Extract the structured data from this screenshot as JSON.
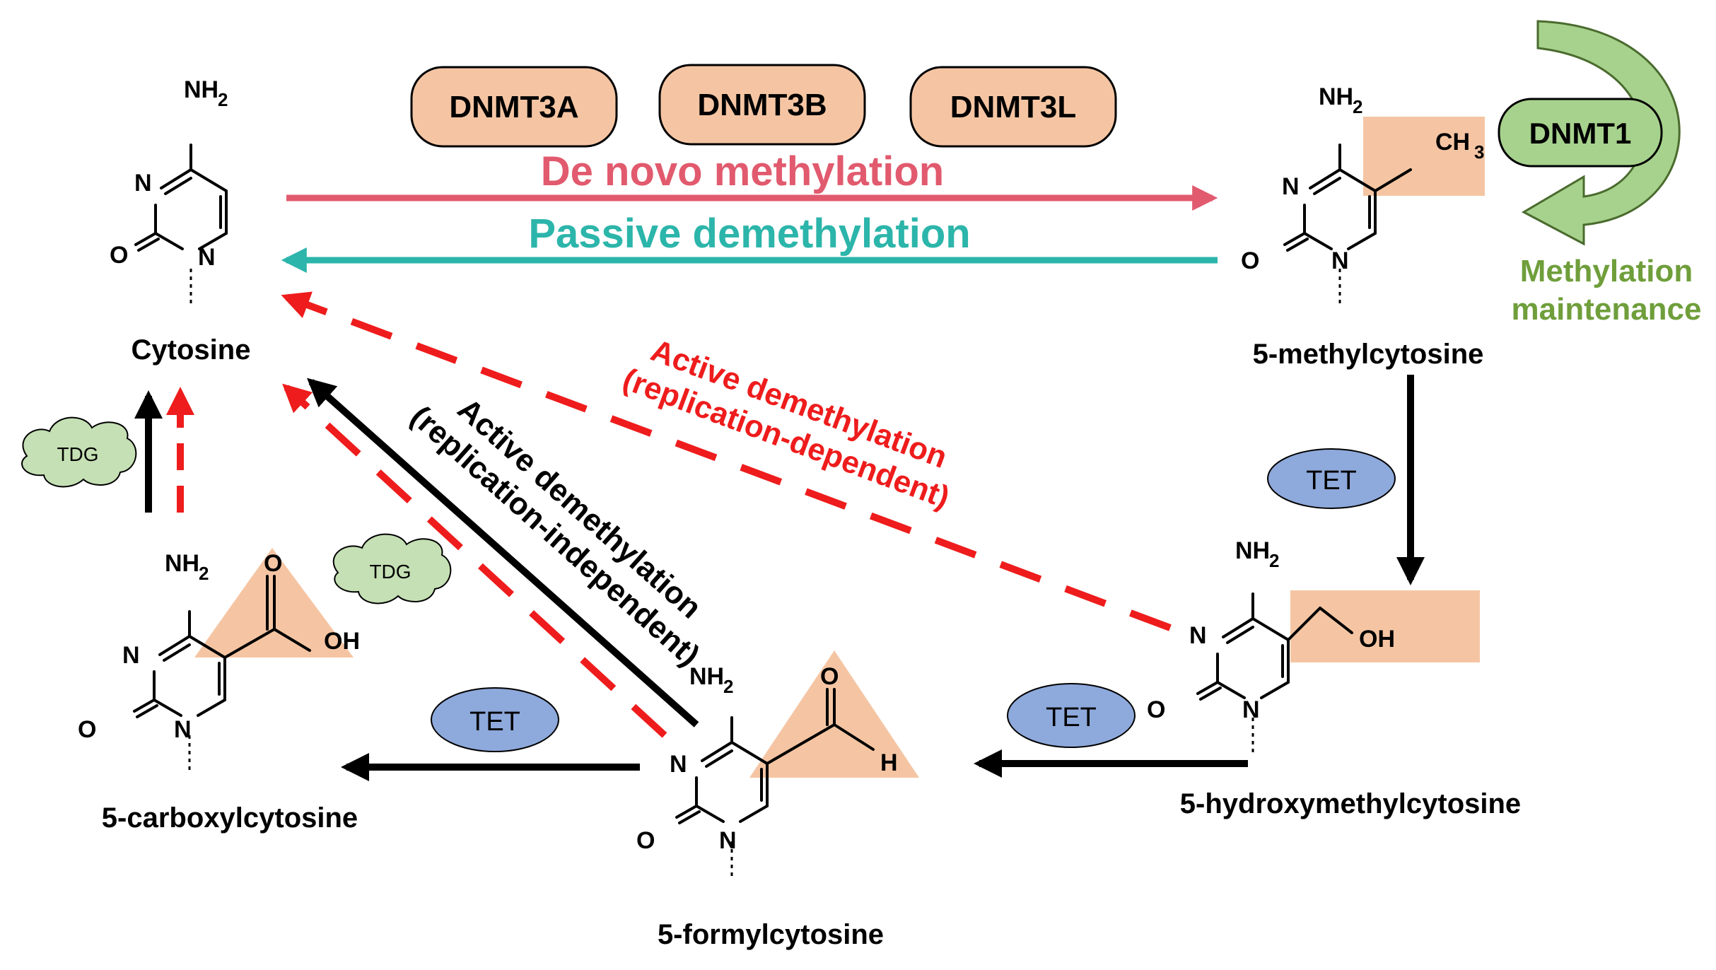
{
  "enzymes": {
    "dnmt3a": "DNMT3A",
    "dnmt3b": "DNMT3B",
    "dnmt3l": "DNMT3L",
    "dnmt1": "DNMT1",
    "tet": "TET",
    "tdg": "TDG"
  },
  "processes": {
    "de_novo": "De novo methylation",
    "passive": "Passive demethylation",
    "maintenance_line1": "Methylation",
    "maintenance_line2": "maintenance",
    "active_dep_line1": "Active demethylation",
    "active_dep_line2": "(replication-dependent)",
    "active_indep_line1": "Active demethylation",
    "active_indep_line2": "(replication-independent)"
  },
  "molecules": {
    "cytosine": "Cytosine",
    "methylcytosine": "5-methylcytosine",
    "hydroxymethylcytosine": "5-hydroxymethylcytosine",
    "formylcytosine": "5-formylcytosine",
    "carboxylcytosine": "5-carboxylcytosine"
  },
  "atoms": {
    "nh2": "NH",
    "sub2": "2",
    "n": "N",
    "o": "O",
    "ch3": "CH",
    "sub3": "3",
    "oh": "OH",
    "h": "H"
  },
  "colors": {
    "de_novo": "#e15a6e",
    "passive": "#2cb5aa",
    "active_red": "#ee1c1c",
    "maintenance": "#6f9e3b",
    "enzyme_pill": "#f5c5a3",
    "dnmt1_fill": "#a7d28d",
    "tet_fill": "#8ea9db",
    "tdg_fill": "#c5e0b4",
    "highlight": "#f5c5a3"
  }
}
